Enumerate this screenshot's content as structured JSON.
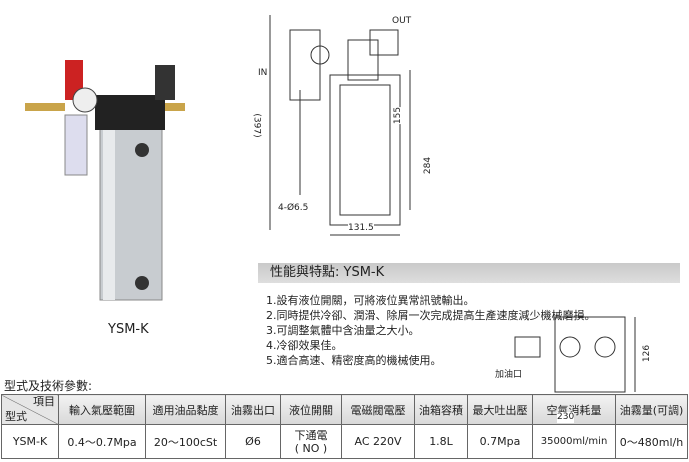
{
  "product": {
    "caption": "YSM-K"
  },
  "drawing_front": {
    "in": "IN",
    "out": "OUT",
    "dim_height_total": "(397)",
    "dim_155": "155",
    "dim_284": "284",
    "dim_holes": "4-Ø6.5",
    "dim_width": "131.5"
  },
  "drawing_side": {
    "dim_126": "126",
    "dim_230": "230",
    "fill_port": "加油口"
  },
  "features": {
    "title": "性能與特點: YSM-K",
    "items": [
      "1.設有液位開關，可將液位異常訊號輸出。",
      "2.同時提供冷卻、潤滑、除屑一次完成提高生產速度減少機械磨損。",
      "3.可調整氣體中含油量之大小。",
      "4.冷卻效果佳。",
      "5.適合高速、精密度高的機械使用。"
    ]
  },
  "spec": {
    "title": "型式及技術參數:",
    "corner_top": "項目",
    "corner_bottom": "型式",
    "headers": [
      "輸入氣壓範圍",
      "適用油品黏度",
      "油霧出口",
      "液位開關",
      "電磁閥電壓",
      "油箱容積",
      "最大吐出壓",
      "空氣消耗量",
      "油霧量(可調)"
    ],
    "row": {
      "model": "YSM-K",
      "values": [
        "0.4～0.7Mpa",
        "20～100cSt",
        "Ø6",
        "下通電\n( NO )",
        "AC 220V",
        "1.8L",
        "0.7Mpa",
        "35000ml/min",
        "0～480ml/h"
      ]
    }
  }
}
